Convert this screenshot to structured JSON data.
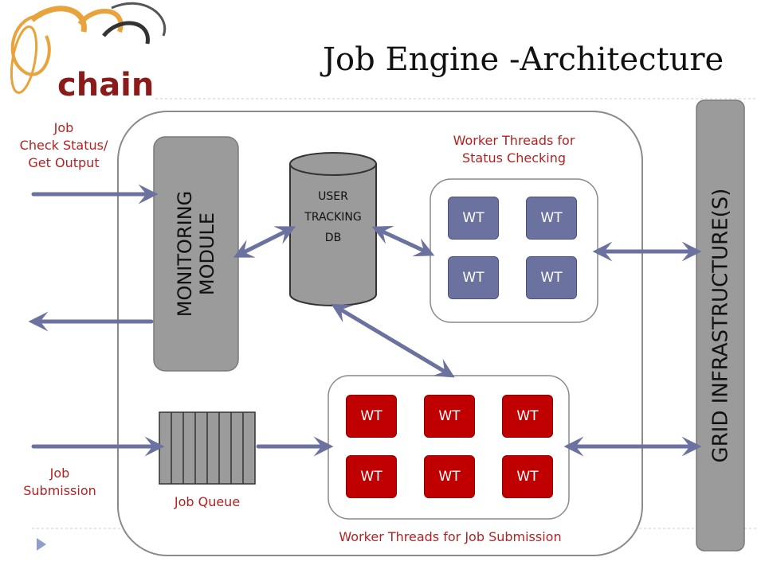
{
  "logo_text": "chain",
  "title": "Job Engine -Architecture",
  "labels": {
    "job_check": [
      "Job",
      "Check Status/",
      "Get Output"
    ],
    "job_submission": [
      "Job",
      "Submission"
    ],
    "job_queue": "Job Queue",
    "wt_status": [
      "Worker Threads for",
      "Status Checking"
    ],
    "wt_submission": "Worker Threads for Job Submission"
  },
  "monitoring_module": [
    "MONITORING",
    "MODULE"
  ],
  "user_db": [
    "USER",
    "TRACKING",
    "DB"
  ],
  "grid": "GRID INFRASTRUCTURE(S)",
  "wt_label": "WT",
  "colors": {
    "arrow": "#6b72a0",
    "label": "#b22222",
    "module_fill": "#9b9b9b",
    "wt_blue": "#6b72a0",
    "wt_red": "#c00000",
    "logo_orange": "#e8a33c",
    "logo_maroon": "#8b1a1a"
  }
}
